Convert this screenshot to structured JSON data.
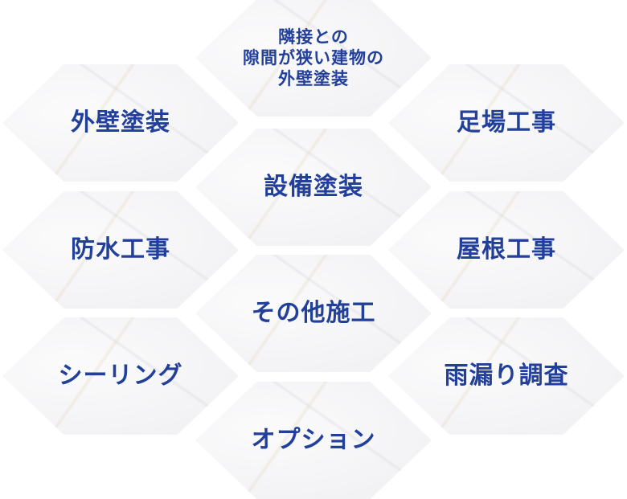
{
  "colors": {
    "text": "#22409a",
    "hex_fill": "#f3f3f5"
  },
  "items": [
    {
      "label": "隣接との\n隙間が狭い建物の\n外壁塗装"
    },
    {
      "label": "外壁塗装"
    },
    {
      "label": "足場工事"
    },
    {
      "label": "設備塗装"
    },
    {
      "label": "防水工事"
    },
    {
      "label": "屋根工事"
    },
    {
      "label": "その他施工"
    },
    {
      "label": "シーリング"
    },
    {
      "label": "雨漏り調査"
    },
    {
      "label": "オプション"
    }
  ]
}
